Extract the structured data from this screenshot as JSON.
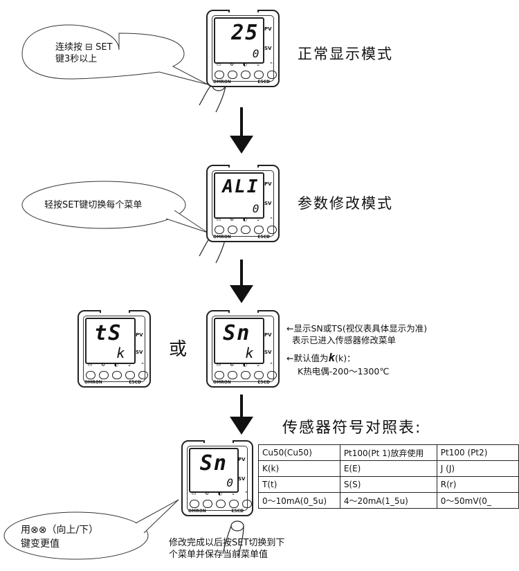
{
  "step1": {
    "bubble_text": "连续按 ⊟ SET\n键3秒以上",
    "title": "正常显示模式",
    "pv": "25",
    "sv": "0"
  },
  "step2": {
    "bubble_text": "轻按SET键切换每个菜单",
    "title": "参数修改模式",
    "pv": "ALI",
    "sv": "0"
  },
  "step3": {
    "left_pv": "tS",
    "left_sv": "k",
    "or_text": "或",
    "right_pv": "Sn",
    "right_sv": "k",
    "note1": "←显示SN或TS(视仪表具体显示为准)\n  表示已进入传感器修改菜单",
    "note2_prefix": "←默认值为",
    "note2_code": "k",
    "note2_suffix": "(k)：",
    "note3": "K热电偶-200～1300℃"
  },
  "step4": {
    "table_title": "传感器符号对照表:",
    "pv": "Sn",
    "sv": "0",
    "rows": [
      [
        "Cu50(Cu50)",
        "Pt100(Pt 1)放弃使用",
        "Pt100 (Pt2)"
      ],
      [
        "K(k)",
        "E(E)",
        "J (J)"
      ],
      [
        "T(t)",
        "S(S)",
        "R(r)"
      ],
      [
        "0～10mA(0_5u)",
        "4～20mA(1_5u)",
        "0～50mV(0_"
      ]
    ],
    "bubble_text": "用⊗⊗（向上/下）\n键变更值",
    "bottom_note": "修改完成以后按SET切换到下\n个菜单并保存当前菜单值"
  },
  "labels": {
    "pv": "PV",
    "sv": "SV",
    "brand": "OMRON",
    "model": "E5CD"
  }
}
